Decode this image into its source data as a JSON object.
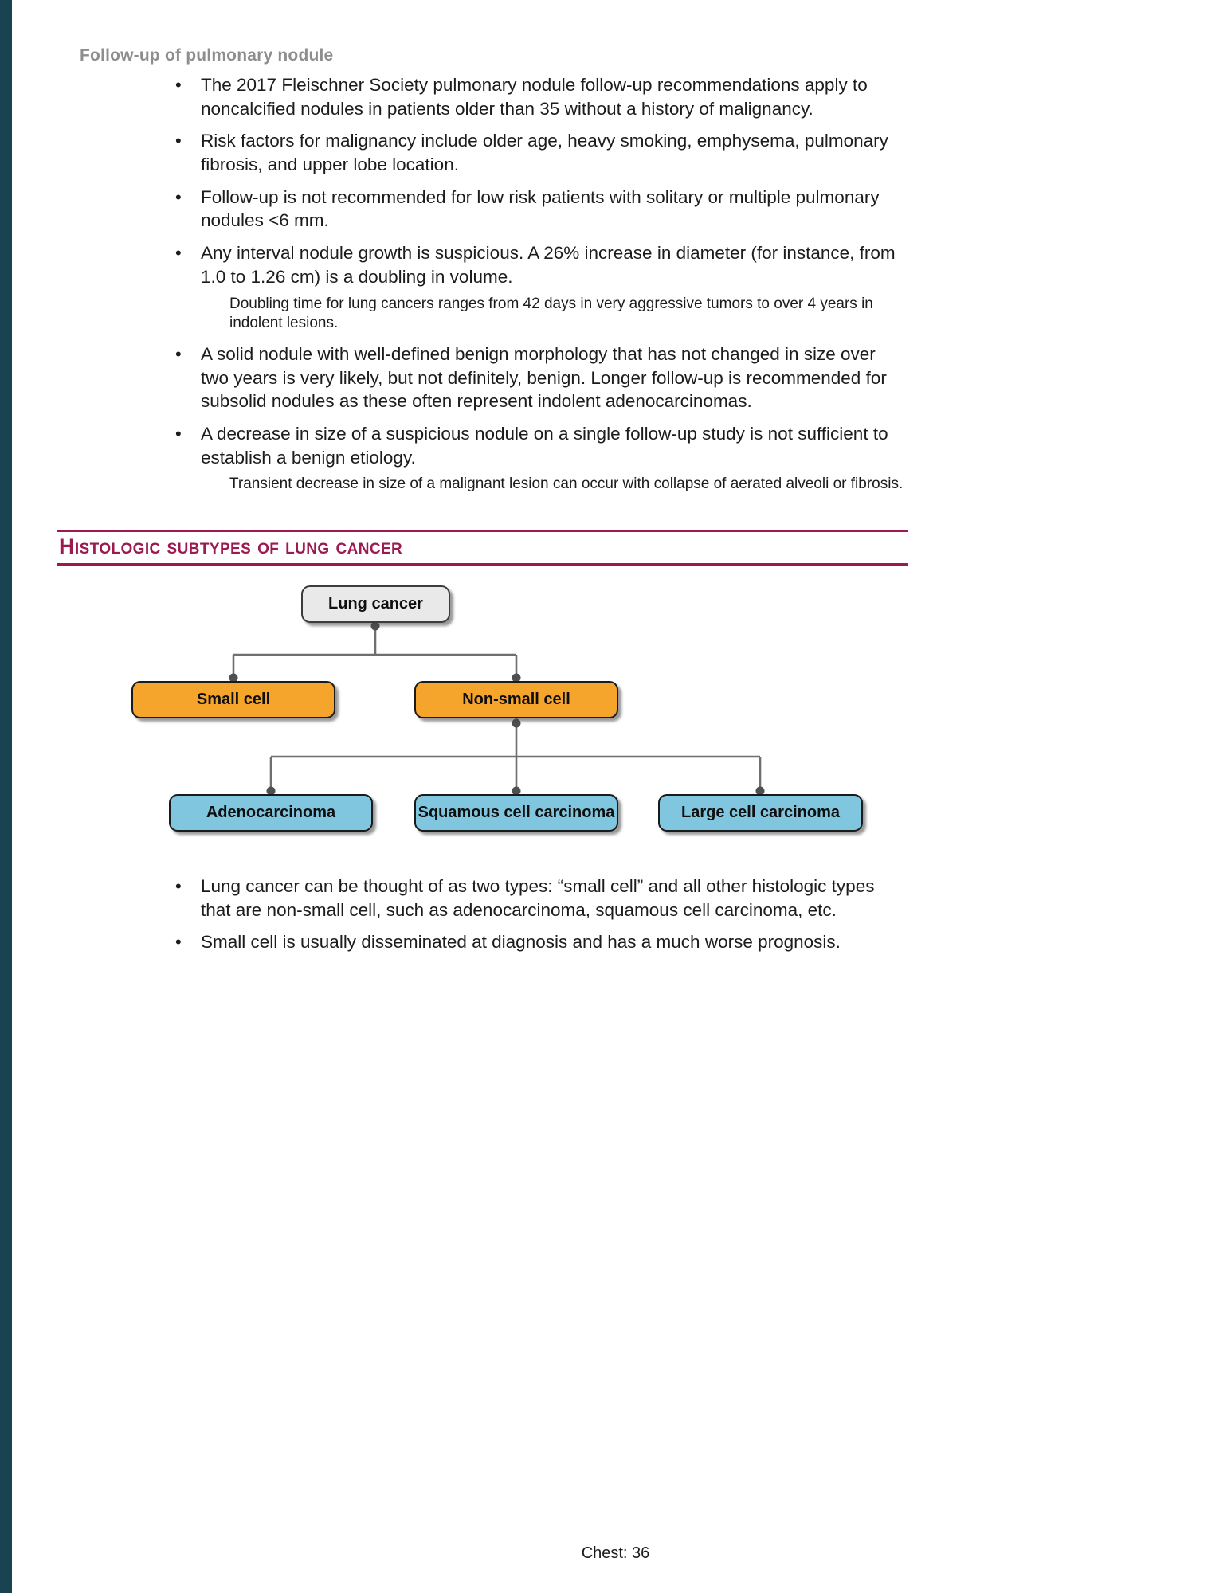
{
  "header": {
    "title": "Follow-up of pulmonary nodule"
  },
  "bullets_top": [
    {
      "text": "The 2017 Fleischner Society pulmonary nodule follow-up recommendations apply to noncalcified nodules in patients older than 35 without a history of malignancy."
    },
    {
      "text": "Risk factors for malignancy include older age, heavy smoking, emphysema, pulmonary fibrosis, and upper lobe location."
    },
    {
      "text": "Follow-up is not recommended for low risk patients with solitary or multiple pulmonary nodules <6 mm."
    },
    {
      "text": "Any interval nodule growth is suspicious. A 26% increase in diameter (for instance, from 1.0 to 1.26 cm) is a doubling in volume.",
      "note": "Doubling time for lung cancers ranges from 42 days in very aggressive tumors to over 4 years in indolent lesions."
    },
    {
      "text": "A solid nodule with well-defined benign morphology that has not changed in size over two years is very likely, but not definitely, benign. Longer follow-up is recommended for subsolid nodules as these often represent indolent adenocarcinomas."
    },
    {
      "text": "A decrease in size of a suspicious nodule on a single follow-up study is not sufficient to establish a benign etiology.",
      "note": "Transient decrease in size of a malignant lesion can occur with collapse of aerated alveoli or fibrosis."
    }
  ],
  "section": {
    "heading": "Histologic subtypes of lung cancer"
  },
  "diagram": {
    "root": "Lung cancer",
    "level2": [
      "Small cell",
      "Non-small cell"
    ],
    "level3": [
      "Adenocarcinoma",
      "Squamous cell carcinoma",
      "Large cell carcinoma"
    ]
  },
  "bullets_bottom": [
    {
      "text": "Lung cancer can be thought of as two types: “small cell” and all other histologic types that are non-small cell, such as adenocarcinoma, squamous cell carcinoma, etc."
    },
    {
      "text": "Small cell is usually disseminated at diagnosis and has a much worse prognosis."
    }
  ],
  "footer": {
    "page_label": "Chest: 36"
  },
  "colors": {
    "accent_bar": "#1a4352",
    "heading_gray": "#8e8e8e",
    "section_maroon": "#9c1a4f",
    "node_orange": "#f5a42c",
    "node_blue": "#7fc6de",
    "node_gray": "#e9e9e9"
  }
}
